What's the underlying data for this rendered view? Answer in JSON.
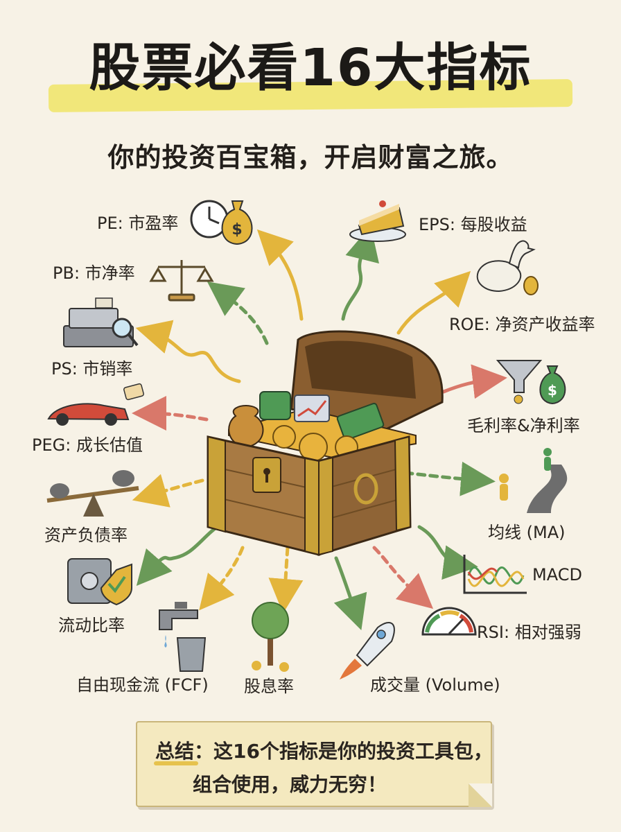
{
  "title": "股票必看16大指标",
  "subtitle": "你的投资百宝箱，开启财富之旅。",
  "indicators": [
    {
      "label": "PE: 市盈率",
      "icon": "clock-moneybag-icon"
    },
    {
      "label": "PB: 市净率",
      "icon": "scale-icon"
    },
    {
      "label": "PS: 市销率",
      "icon": "cash-register-icon"
    },
    {
      "label": "PEG: 成长估值",
      "icon": "race-car-icon"
    },
    {
      "label": "资产负债率",
      "icon": "seesaw-icon"
    },
    {
      "label": "流动比率",
      "icon": "safe-shield-icon"
    },
    {
      "label": "自由现金流 (FCF)",
      "icon": "faucet-bucket-icon"
    },
    {
      "label": "股息率",
      "icon": "money-tree-icon"
    },
    {
      "label": "成交量 (Volume)",
      "icon": "rocket-icon"
    },
    {
      "label": "RSI: 相对强弱",
      "icon": "gauge-icon"
    },
    {
      "label": "MACD",
      "icon": "wave-chart-icon"
    },
    {
      "label": "均线 (MA)",
      "icon": "road-walkers-icon"
    },
    {
      "label": "毛利率&净利率",
      "icon": "funnel-moneybag-icon"
    },
    {
      "label": "ROE: 净资产收益率",
      "icon": "goose-golden-egg-icon"
    },
    {
      "label": "EPS: 每股收益",
      "icon": "cake-slice-icon"
    }
  ],
  "summary": {
    "prefix": "总结：",
    "line1": "这16个指标是你的投资工具包，",
    "line2": "组合使用，威力无穷！"
  },
  "colors": {
    "background": "#f7f2e6",
    "highlight": "#f1e77a",
    "arrow_yellow": "#e3b53c",
    "arrow_green": "#6a9a58",
    "arrow_red": "#d9786a",
    "chest_wood": "#a87a43",
    "chest_metal": "#c9a238"
  }
}
